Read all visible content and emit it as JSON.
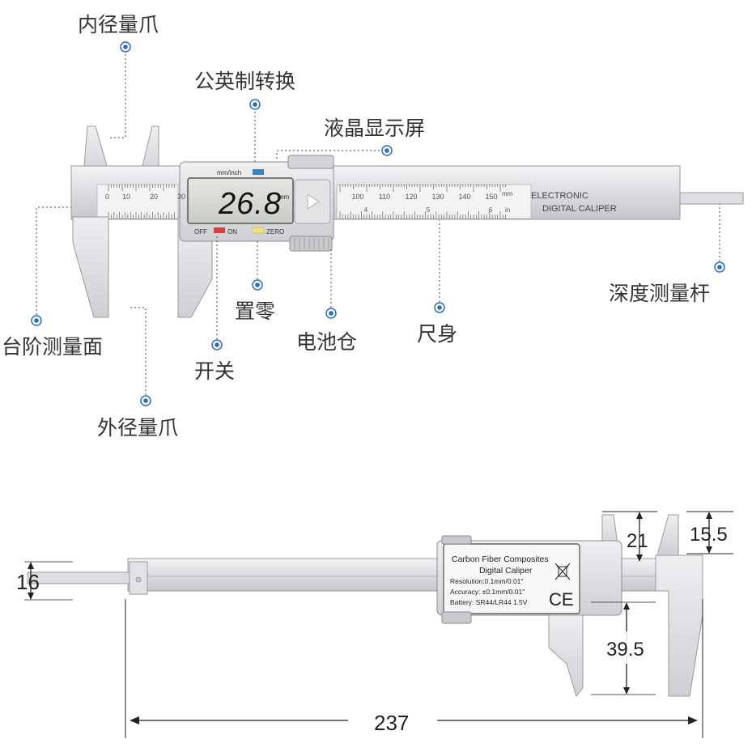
{
  "top_view": {
    "callouts": {
      "inner_jaw": "内径量爪",
      "unit_switch": "公英制转换",
      "lcd_screen": "液晶显示屏",
      "depth_rod": "深度测量杆",
      "zero": "置零",
      "battery": "电池仓",
      "ruler_body": "尺身",
      "step_face": "台阶测量面",
      "on_off": "开关",
      "outer_jaw": "外径量爪"
    },
    "device": {
      "lcd_reading": "26.8",
      "lcd_unit": "mm",
      "unit_button_label": "mm/inch",
      "off_label": "OFF",
      "on_label": "ON",
      "zero_label": "ZERO",
      "ruler_title_1": "ELECTRONIC",
      "ruler_title_2": "DIGITAL CALIPER",
      "scale_mm_unit": "mm",
      "scale_in_unit": "in",
      "scale_left_start": "0",
      "scale_left": [
        "10",
        "20",
        "30"
      ],
      "scale_right": [
        "100",
        "110",
        "120",
        "130",
        "140",
        "150"
      ],
      "inch_marks": [
        "4",
        "5",
        "6"
      ]
    },
    "colors": {
      "callout_dot": "#2b6dbf",
      "on_button": "#e53935",
      "zero_button": "#f5e07a",
      "unit_button": "#3b82c4"
    }
  },
  "bottom_view": {
    "label_lines": [
      "Carbon Fiber Composites",
      "Digital Caliper",
      "Resolution:0.1mm/0.01\"",
      "Accuracy: ±0.1mm/0.01\"",
      "Battery: SR44/LR44 1.5V"
    ],
    "ce_mark": "CE",
    "dimensions": {
      "rod_height": "16",
      "inner_jaw_depth": "21",
      "inner_jaw_width": "15.5",
      "outer_jaw_depth": "39.5",
      "total_length": "237"
    }
  }
}
